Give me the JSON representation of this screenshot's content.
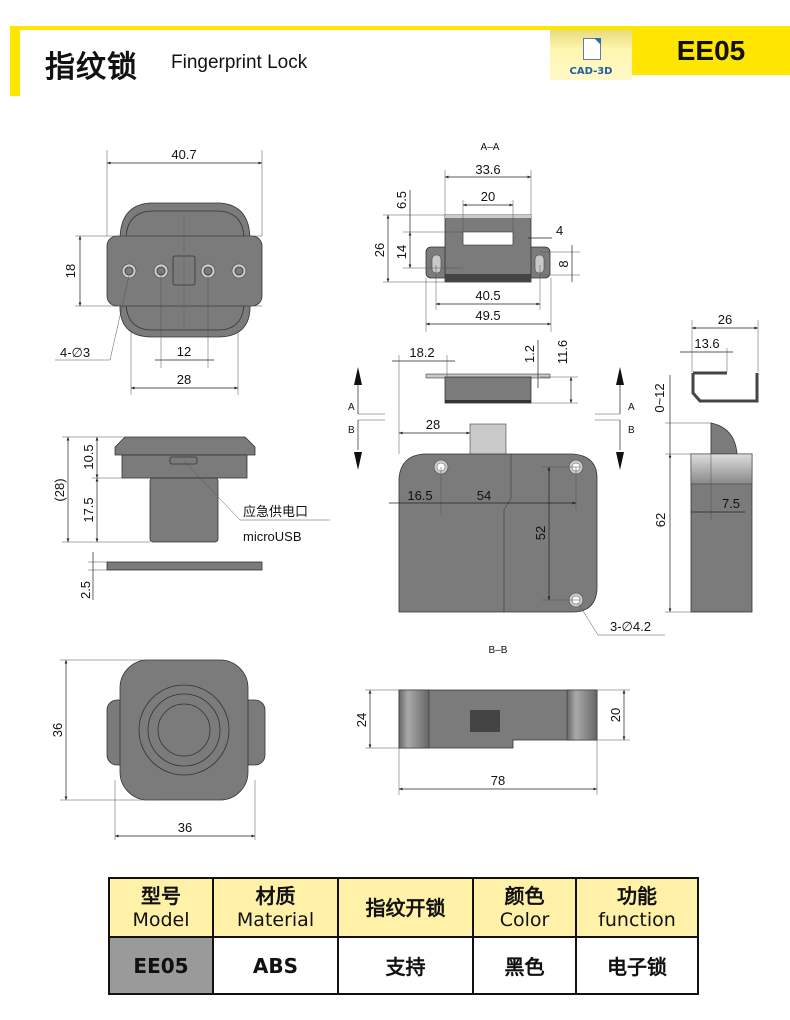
{
  "header": {
    "title_cn": "指纹锁",
    "title_en": "Fingerprint Lock",
    "cad_label": "CAD-3D",
    "model": "EE05"
  },
  "colors": {
    "accent": "#ffe600",
    "table_header": "#fff1a8",
    "part": "#7b7b7b"
  },
  "drawing": {
    "front": {
      "width": "40.7",
      "height": "18",
      "holes": "4-∅3",
      "pitch_inner": "12",
      "pitch_outer": "28"
    },
    "side": {
      "total": "(28)",
      "cap": "10.5",
      "cylinder": "17.5",
      "callout_cn": "应急供电口",
      "callout_en": "microUSB",
      "plate": "2.5"
    },
    "bottom": {
      "height": "36",
      "width": "36"
    },
    "section_aa": {
      "label": "A–A",
      "w1": "33.6",
      "w2": "20",
      "h_total": "26",
      "h_top": "6.5",
      "h_win": "14",
      "tab": "4",
      "slot": "8",
      "pitch": "40.5",
      "overall": "49.5"
    },
    "strike_side": {
      "offset": "18.2",
      "thick": "1.2",
      "height": "11.6"
    },
    "section_marks": {
      "a": "A",
      "b": "B"
    },
    "main": {
      "bolt_offset": "28",
      "hole_x": "16.5",
      "hole_pitch_x": "54",
      "hole_pitch_y": "52",
      "holes": "3-∅4.2"
    },
    "right": {
      "bracket_w": "26",
      "bracket_inner": "13.6",
      "adjust": "0~12",
      "height": "62",
      "bolt": "7.5"
    },
    "section_bb": {
      "label": "B–B",
      "height": "24",
      "height2": "20",
      "length": "78"
    }
  },
  "table": {
    "headers": [
      {
        "cn": "型号",
        "en": "Model"
      },
      {
        "cn": "材质",
        "en": "Material"
      },
      {
        "cn": "指纹开锁",
        "en": ""
      },
      {
        "cn": "颜色",
        "en": "Color"
      },
      {
        "cn": "功能",
        "en": "function"
      }
    ],
    "row": [
      "EE05",
      "ABS",
      "支持",
      "黑色",
      "电子锁"
    ]
  }
}
